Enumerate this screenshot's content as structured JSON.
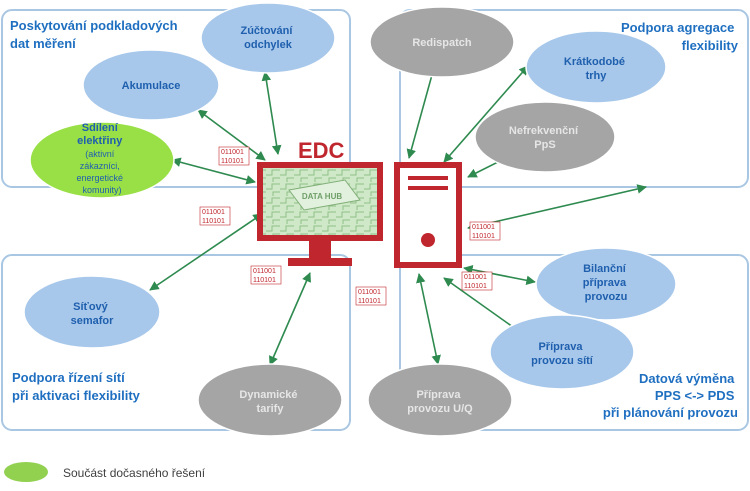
{
  "regions": {
    "top_left": [
      "Poskytování podkladových",
      "dat měření"
    ],
    "top_right": [
      "Podpora agregace",
      "flexibility"
    ],
    "bottom_left": [
      "Podpora řízení sítí",
      "při aktivaci flexibility"
    ],
    "bottom_right": [
      "Datová výměna",
      "PPS <-> PDS",
      "při plánování provozu"
    ]
  },
  "center": {
    "title": "EDC",
    "monitor_label": "DATA HUB"
  },
  "binary": {
    "line1": "011001",
    "line2": "110101"
  },
  "nodes": {
    "zuctovani": [
      "Zúčtování",
      "odchylek"
    ],
    "akumulace": [
      "Akumulace"
    ],
    "sdileni": [
      "Sdílení",
      "elektřiny",
      "(aktivní",
      "zákazníci,",
      "energetické",
      "komunity)"
    ],
    "redispatch": [
      "Redispatch"
    ],
    "kratkodobe": [
      "Krátkodobé",
      "trhy"
    ],
    "nefrekvencni": [
      "Nefrekvenční",
      "PpS"
    ],
    "bilancni": [
      "Bilanční",
      "příprava",
      "provozu"
    ],
    "priprava_siti": [
      "Příprava",
      "provozu sítí"
    ],
    "priprava_uq": [
      "Příprava",
      "provozu U/Q"
    ],
    "dynamicke": [
      "Dynamické",
      "tarify"
    ],
    "sitovy": [
      "Síťový",
      "semafor"
    ]
  },
  "legend": {
    "label": "Součást dočasného řešení"
  },
  "colors": {
    "region_border": "#a9c7e3",
    "blue_fill": "#a7c8ea",
    "blue_text": "#1f5fae",
    "gray_fill": "#a5a5a5",
    "gray_text": "#e6e6e6",
    "green_fill": "#92d050",
    "green_node": "#99e047",
    "arrow": "#2e8a4f",
    "red": "#c0262d",
    "region_title": "#1f6fc1"
  }
}
